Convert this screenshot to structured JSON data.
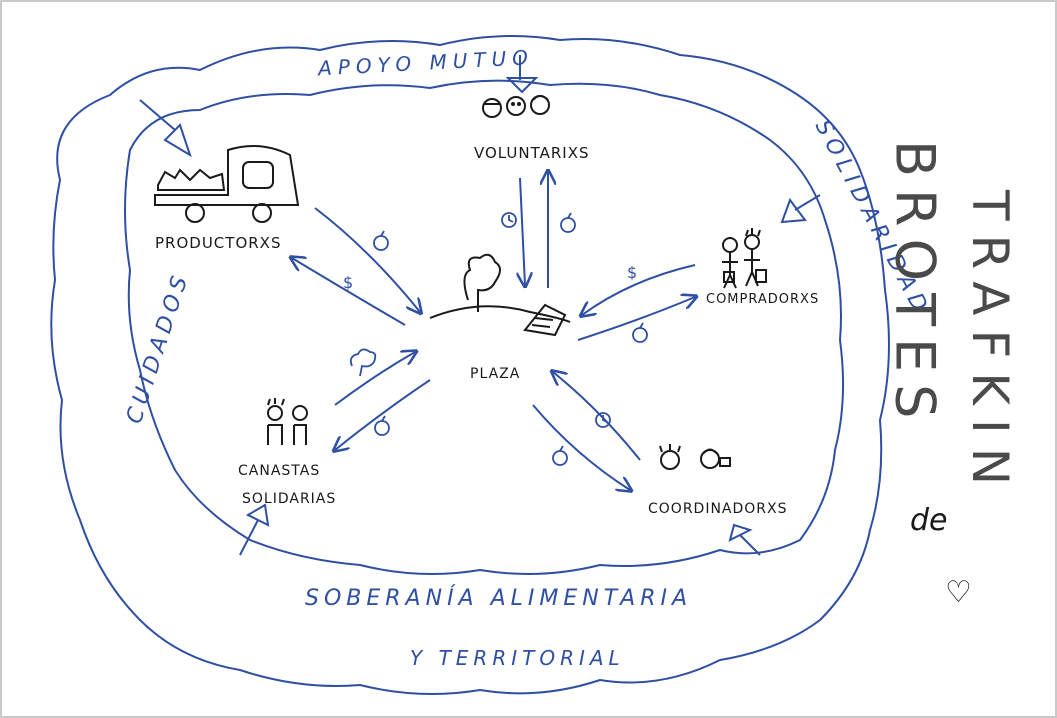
{
  "title": {
    "brotes": "BROTES",
    "de": "de",
    "trafkin": "TRAFKIN",
    "heart": "♡"
  },
  "outer": {
    "top": "APOYO MUTUO",
    "left": "CUIDADOS",
    "right": "SOLIDARIDAD",
    "bottom_1": "SOBERANÍA ALIMENTARIA",
    "bottom_2": "Y TERRITORIAL"
  },
  "nodes": {
    "center": "PLAZA",
    "volunteers": "VOLUNTARIXS",
    "producers": "PRODUCTORXS",
    "buyers": "COMPRADORXS",
    "baskets_1": "CANASTAS",
    "baskets_2": "SOLIDARIAS",
    "coordinators": "COORDINADORXS"
  },
  "symbols": {
    "money": "$"
  },
  "colors": {
    "ink_blue": "#2e4fa3",
    "ink_black": "#1a1a1a",
    "board": "#ffffff",
    "title_gray": "#4a4a4a"
  }
}
